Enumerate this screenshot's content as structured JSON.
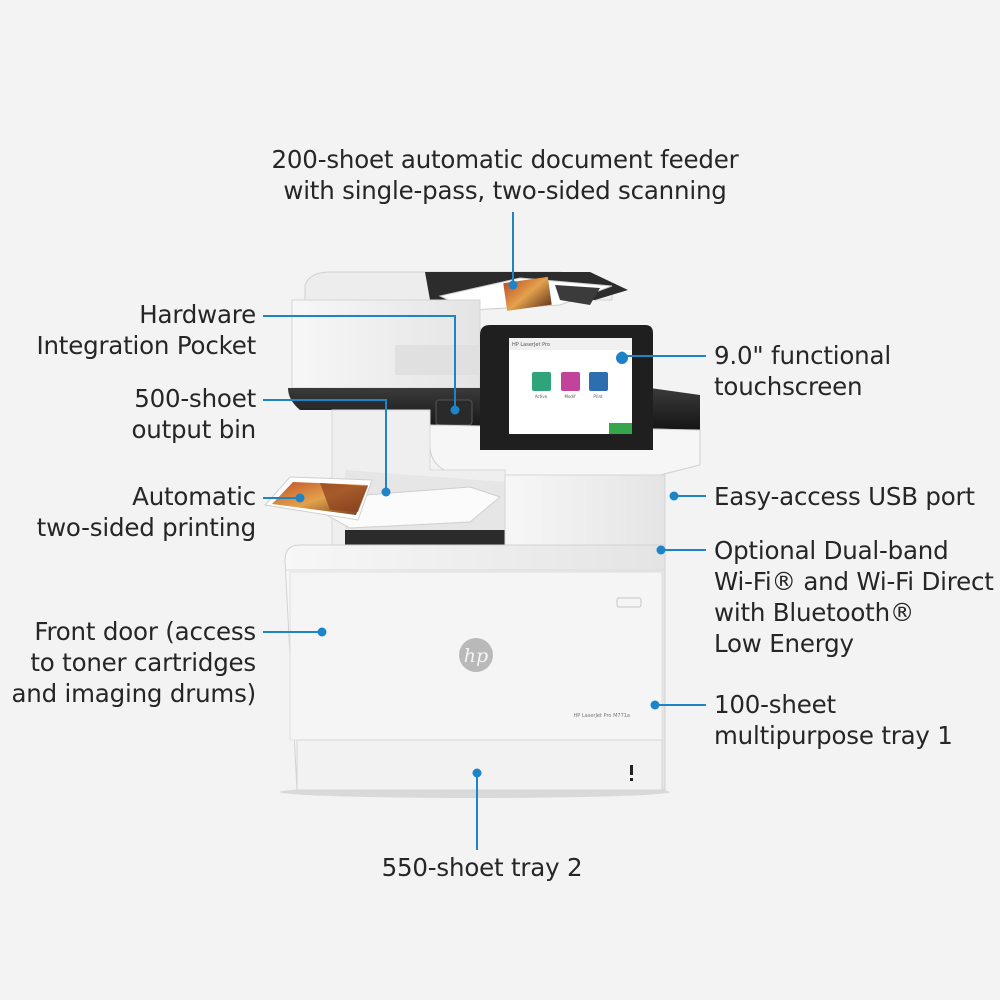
{
  "callouts": {
    "adf": [
      "200-shoet automatic document feeder",
      "with single-pass, two-sided scanning"
    ],
    "hip": [
      "Hardware",
      "Integration Pocket"
    ],
    "output_bin": [
      "500-shoet",
      "output bin"
    ],
    "duplex": [
      "Automatic",
      "two-sided printing"
    ],
    "front_door": [
      "Front door (access",
      "to toner cartridges",
      "and imaging drums)"
    ],
    "touchscreen": [
      "9.0\" functional",
      "touchscreen"
    ],
    "usb": [
      "Easy-access USB port"
    ],
    "wifi": [
      "Optional Dual-band",
      "Wi-Fi® and Wi-Fi Direct",
      "with Bluetooth®",
      "Low Energy"
    ],
    "tray1": [
      "100-sheet",
      "multipurpose tray 1"
    ],
    "tray2": [
      "550-shoet tray 2"
    ]
  },
  "printer": {
    "brand": "hp",
    "model": "HP LaserJet Pro M771a",
    "screen_title": "HP LaserJet Pro",
    "apps": [
      {
        "label": "Activo",
        "color": "#2fa37a"
      },
      {
        "label": "Modif",
        "color": "#c2449a"
      },
      {
        "label": "Print",
        "color": "#2d6fae"
      }
    ]
  },
  "colors": {
    "accent": "#1e84c8",
    "text": "#262626",
    "background": "#f3f3f3"
  }
}
